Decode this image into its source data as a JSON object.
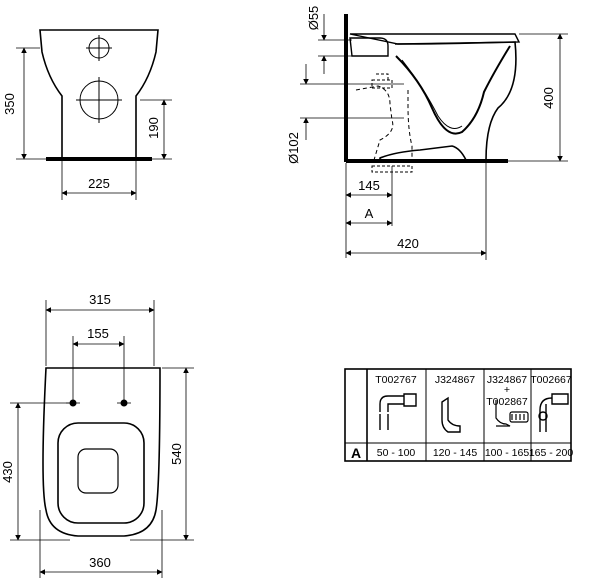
{
  "front_view": {
    "height_total": "350",
    "height_outlet": "190",
    "base_width": "225"
  },
  "side_view": {
    "inlet_diameter": "Ø55",
    "outlet_diameter": "Ø102",
    "height": "400",
    "outlet_offset": "145",
    "offset_label": "A",
    "depth": "420"
  },
  "top_view": {
    "width_top": "315",
    "fixing_spacing": "155",
    "height_left": "430",
    "height_right": "540",
    "width_bottom": "360"
  },
  "connector_table": {
    "row_label": "A",
    "columns": [
      {
        "code": "T002767",
        "code2": "",
        "plus": "",
        "range": "50 - 100"
      },
      {
        "code": "J324867",
        "code2": "",
        "plus": "",
        "range": "120 - 145"
      },
      {
        "code": "J324867",
        "code2": "T002867",
        "plus": "+",
        "range": "100 - 165"
      },
      {
        "code": "T002667",
        "code2": "",
        "plus": "",
        "range": "165 - 200"
      }
    ]
  }
}
